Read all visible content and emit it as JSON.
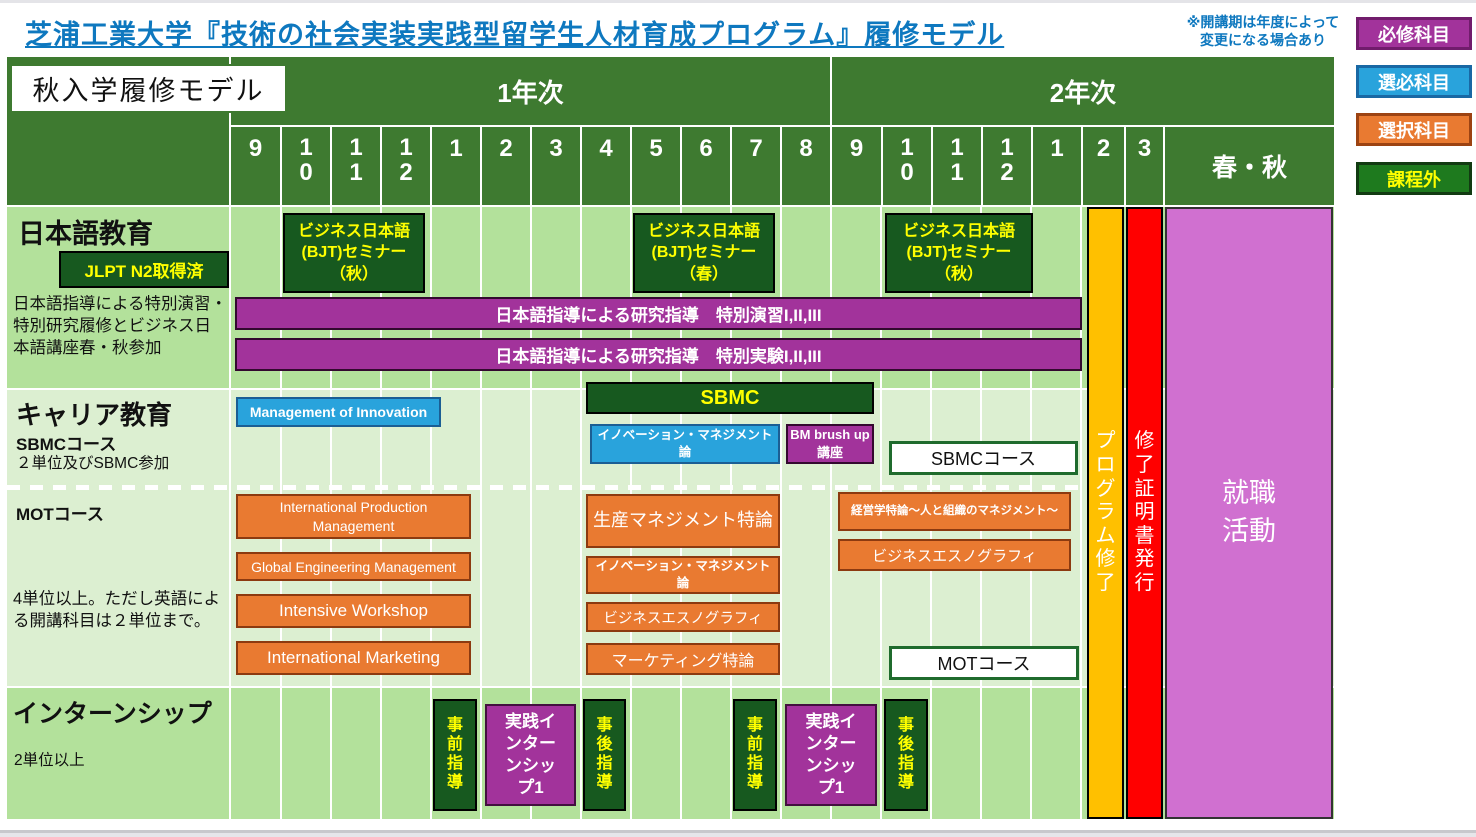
{
  "title": "芝浦工業大学『技術の社会実装実践型留学生人材育成プログラム』履修モデル",
  "note_line1": "※開講期は年度によって",
  "note_line2": "変更になる場合あり",
  "legend": {
    "required": "必修科目",
    "elective_required": "選必科目",
    "elective": "選択科目",
    "extracurricular": "課程外"
  },
  "header": {
    "model": "秋入学履修モデル",
    "year1": "1年次",
    "year2": "2年次",
    "months_y1": [
      "9",
      "10",
      "11",
      "12",
      "1",
      "2",
      "3",
      "4",
      "5",
      "6",
      "7",
      "8"
    ],
    "months_y2": [
      "9",
      "10",
      "11",
      "12",
      "1",
      "2",
      "3"
    ],
    "spring_fall": "春・秋"
  },
  "japanese": {
    "title": "日本語教育",
    "badge": "JLPT N2取得済",
    "desc": "日本語指導による特別演習・特別研究履修とビジネス日本語講座春・秋参加",
    "bjt_fall1": "ビジネス日本語(BJT)セミナー（秋）",
    "bjt_spring": "ビジネス日本語(BJT)セミナー（春）",
    "bjt_fall2": "ビジネス日本語(BJT)セミナー（秋）",
    "research_seminar": "日本語指導による研究指導　特別演習I,II,III",
    "research_experiment": "日本語指導による研究指導　特別実験I,II,III"
  },
  "career": {
    "title": "キャリア教育",
    "sbmc_course_label": "SBMCコース",
    "sbmc_note": "２単位及びSBMC参加",
    "mot_course_label": "MOTコース",
    "mot_note": "4単位以上。ただし英語による開講科目は２単位まで。",
    "management_of_innovation": "Management of Innovation",
    "sbmc": "SBMC",
    "innovation_mgmt_blue": "イノベーション・マネジメント論",
    "bm_brushup": "BM brush up 講座",
    "sbmc_course_box": "SBMCコース",
    "intl_production": "International Production Management",
    "seisan": "生産マネジメント特論",
    "keiei": "経営学特論～人と組織のマネジメント～",
    "global_engineering": "Global Engineering Management",
    "innovation_mgmt_orange": "イノベーション・マネジメント論",
    "biz_ethnography_right": "ビジネスエスノグラフィ",
    "intensive_workshop": "Intensive Workshop",
    "biz_ethnography_mid": "ビジネスエスノグラフィ",
    "intl_marketing": "International Marketing",
    "marketing": "マーケティング特論",
    "mot_course_box": "MOTコース"
  },
  "internship": {
    "title": "インターンシップ",
    "note": "2単位以上",
    "pre1": "事前指導",
    "practice1": "実践インターンシップ1",
    "post1": "事後指導",
    "pre2": "事前指導",
    "practice2": "実践インターンシップ1",
    "post2": "事後指導"
  },
  "timeline": {
    "program_complete": "プログラム修了",
    "certificate": "修了証明書発行",
    "job_hunting": "就職活動"
  },
  "colors": {
    "title_blue": "#0E78BF",
    "header_green": "#3E7A30",
    "row_green": "#B3E19B",
    "row_light_green": "#DCEFD1",
    "dark_green_box": "#17591F",
    "purple": "#A2339B",
    "blue": "#29A3DC",
    "orange": "#E97A31",
    "amber_bar": "#FFC000",
    "red_bar": "#FF0000",
    "pink_bar": "#D070D0",
    "yellow_text": "#FFFF00"
  }
}
